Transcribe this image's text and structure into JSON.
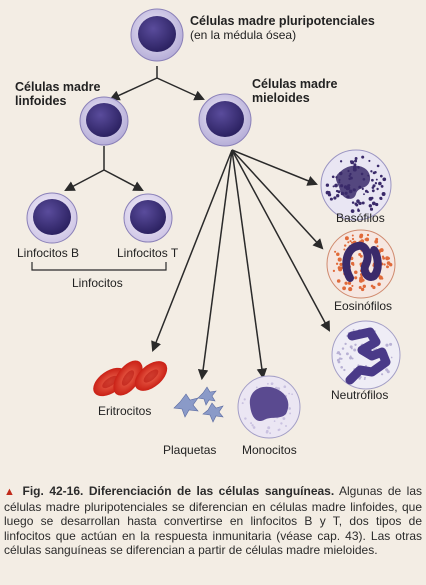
{
  "labels": {
    "pluripotent_title": "Células madre pluripotenciales",
    "pluripotent_sub": "(en la médula ósea)",
    "lymphoid_line1": "Células madre",
    "lymphoid_line2": "linfoides",
    "myeloid_line1": "Células madre",
    "myeloid_line2": "mieloides",
    "lymph_b": "Linfocitos B",
    "lymph_t": "Linfocitos T",
    "lymphocytes": "Linfocitos",
    "basophils": "Basófilos",
    "eosinophils": "Eosinófilos",
    "neutrophils": "Neutrófilos",
    "erythrocytes": "Eritrocitos",
    "platelets": "Plaquetas",
    "monocytes": "Monocitos"
  },
  "caption": {
    "marker": "▲",
    "figure_number": "Fig. 42-16.",
    "figure_title": "Diferenciación de las células sanguíneas.",
    "text": "Algunas de las células madre pluripotenciales se diferencian en células madre linfoides, que luego se desarrollan hasta convertirse en linfocitos B y T, dos tipos de linfocitos que actúan en la respuesta inmunitaria (véase cap. 43). Las otras células sanguíneas se diferencian a partir de células madre mieloides."
  },
  "colors": {
    "background": "#f3ede4",
    "stem_cell_nucleus": "#3c2f78",
    "stem_cell_cytoplasm": "#cfc9e6",
    "basophil_granules": "#3a2a6a",
    "eosinophil_granules": "#e06a3a",
    "neutrophil_nucleus": "#4a3a88",
    "erythrocyte": "#d8231a",
    "platelet": "#8a9ac8",
    "monocyte_nucleus": "#5a4a90",
    "caption_marker": "#c02a1a",
    "arrow": "#2a2a2a"
  }
}
